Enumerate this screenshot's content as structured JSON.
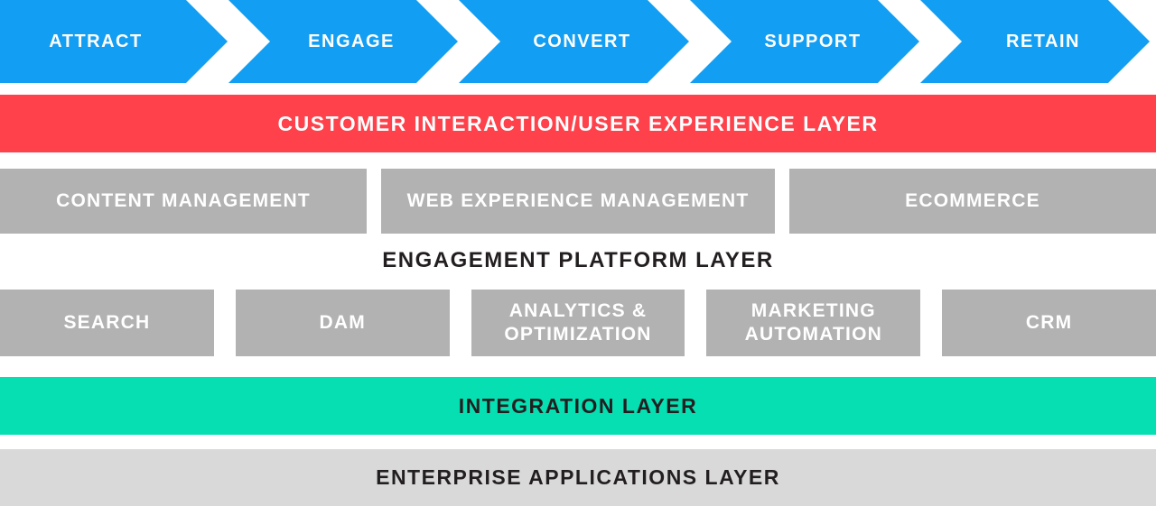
{
  "funnel": {
    "color": "#129EF3",
    "text_color": "#FFFFFF",
    "stages": [
      {
        "label": "ATTRACT"
      },
      {
        "label": "ENGAGE"
      },
      {
        "label": "CONVERT"
      },
      {
        "label": "SUPPORT"
      },
      {
        "label": "RETAIN"
      }
    ]
  },
  "layers": {
    "customer_interaction": {
      "label": "CUSTOMER INTERACTION/USER EXPERIENCE LAYER",
      "color": "#FE414B",
      "text_color": "#FFFFFF"
    },
    "engagement_platform": {
      "heading": "ENGAGEMENT PLATFORM LAYER",
      "heading_color": "#231F20",
      "box_color": "#B2B2B2",
      "box_text_color": "#FFFFFF",
      "row1": [
        {
          "label": "CONTENT MANAGEMENT"
        },
        {
          "label": "WEB EXPERIENCE MANAGEMENT"
        },
        {
          "label": "ECOMMERCE"
        }
      ],
      "row2": [
        {
          "label": "SEARCH"
        },
        {
          "label": "DAM"
        },
        {
          "label": "ANALYTICS &\nOPTIMIZATION"
        },
        {
          "label": "MARKETING\nAUTOMATION"
        },
        {
          "label": "CRM"
        }
      ]
    },
    "integration": {
      "label": "INTEGRATION LAYER",
      "color": "#06DFB2",
      "text_color": "#231F20"
    },
    "enterprise_applications": {
      "label": "ENTERPRISE APPLICATIONS LAYER",
      "color": "#D9D9D9",
      "text_color": "#231F20"
    }
  }
}
